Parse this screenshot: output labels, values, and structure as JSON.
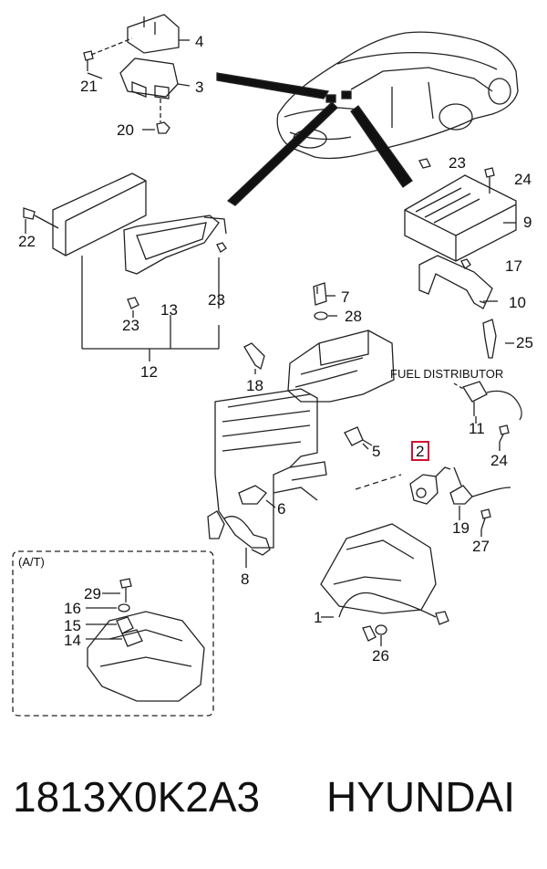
{
  "diagram": {
    "fuel_distributor_label": "FUEL DISTRIBUTOR",
    "at_label": "(A/T)",
    "callouts": [
      "1",
      "2",
      "3",
      "4",
      "5",
      "6",
      "7",
      "8",
      "9",
      "10",
      "11",
      "12",
      "13",
      "14",
      "15",
      "16",
      "17",
      "18",
      "19",
      "20",
      "21",
      "22",
      "23",
      "23",
      "23",
      "24",
      "24",
      "25",
      "26",
      "27",
      "28",
      "29"
    ],
    "highlighted_callout": "2",
    "highlight_color": "#d01030"
  },
  "footer": {
    "part_number": "1813X0K2A3",
    "brand": "HYUNDAI"
  }
}
